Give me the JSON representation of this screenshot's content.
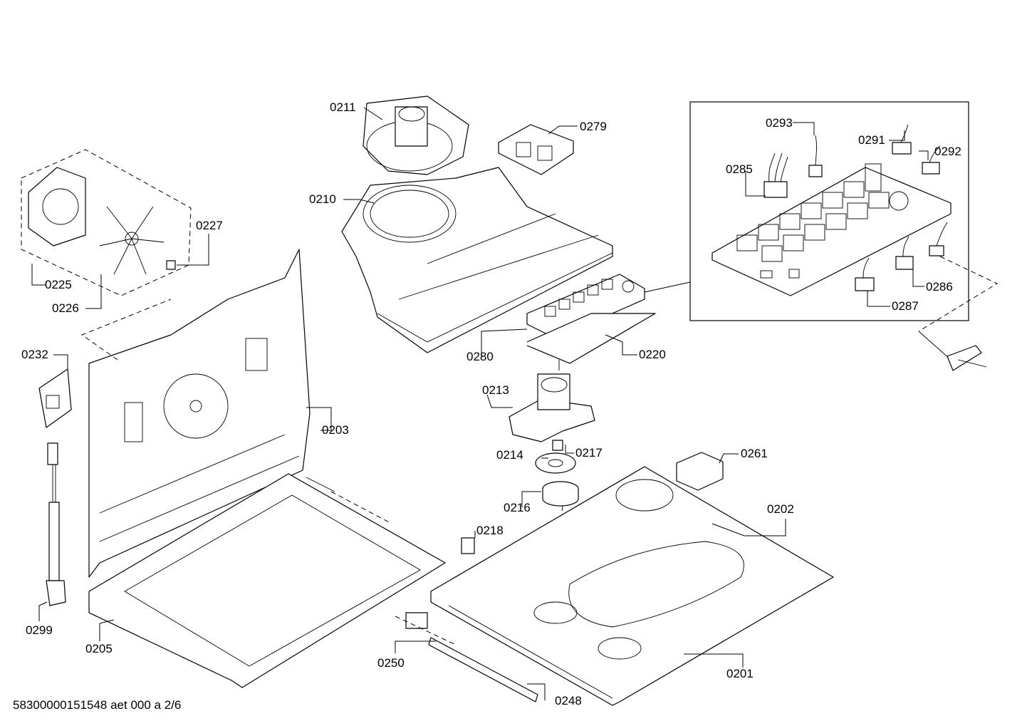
{
  "labels": {
    "l0211": "0211",
    "l0279": "0279",
    "l0210": "0210",
    "l0227": "0227",
    "l0225": "0225",
    "l0226": "0226",
    "l0232": "0232",
    "l0203": "0203",
    "l0280": "0280",
    "l0220": "0220",
    "l0213": "0213",
    "l0214": "0214",
    "l0217": "0217",
    "l0216": "0216",
    "l0261": "0261",
    "l0202": "0202",
    "l0218": "0218",
    "l0299": "0299",
    "l0205": "0205",
    "l0250": "0250",
    "l0248": "0248",
    "l0201": "0201",
    "l0293": "0293",
    "l0291": "0291",
    "l0292": "0292",
    "l0285": "0285",
    "l0286": "0286",
    "l0287": "0287"
  },
  "footer": "58300000151548 aet 000 a 2/6"
}
